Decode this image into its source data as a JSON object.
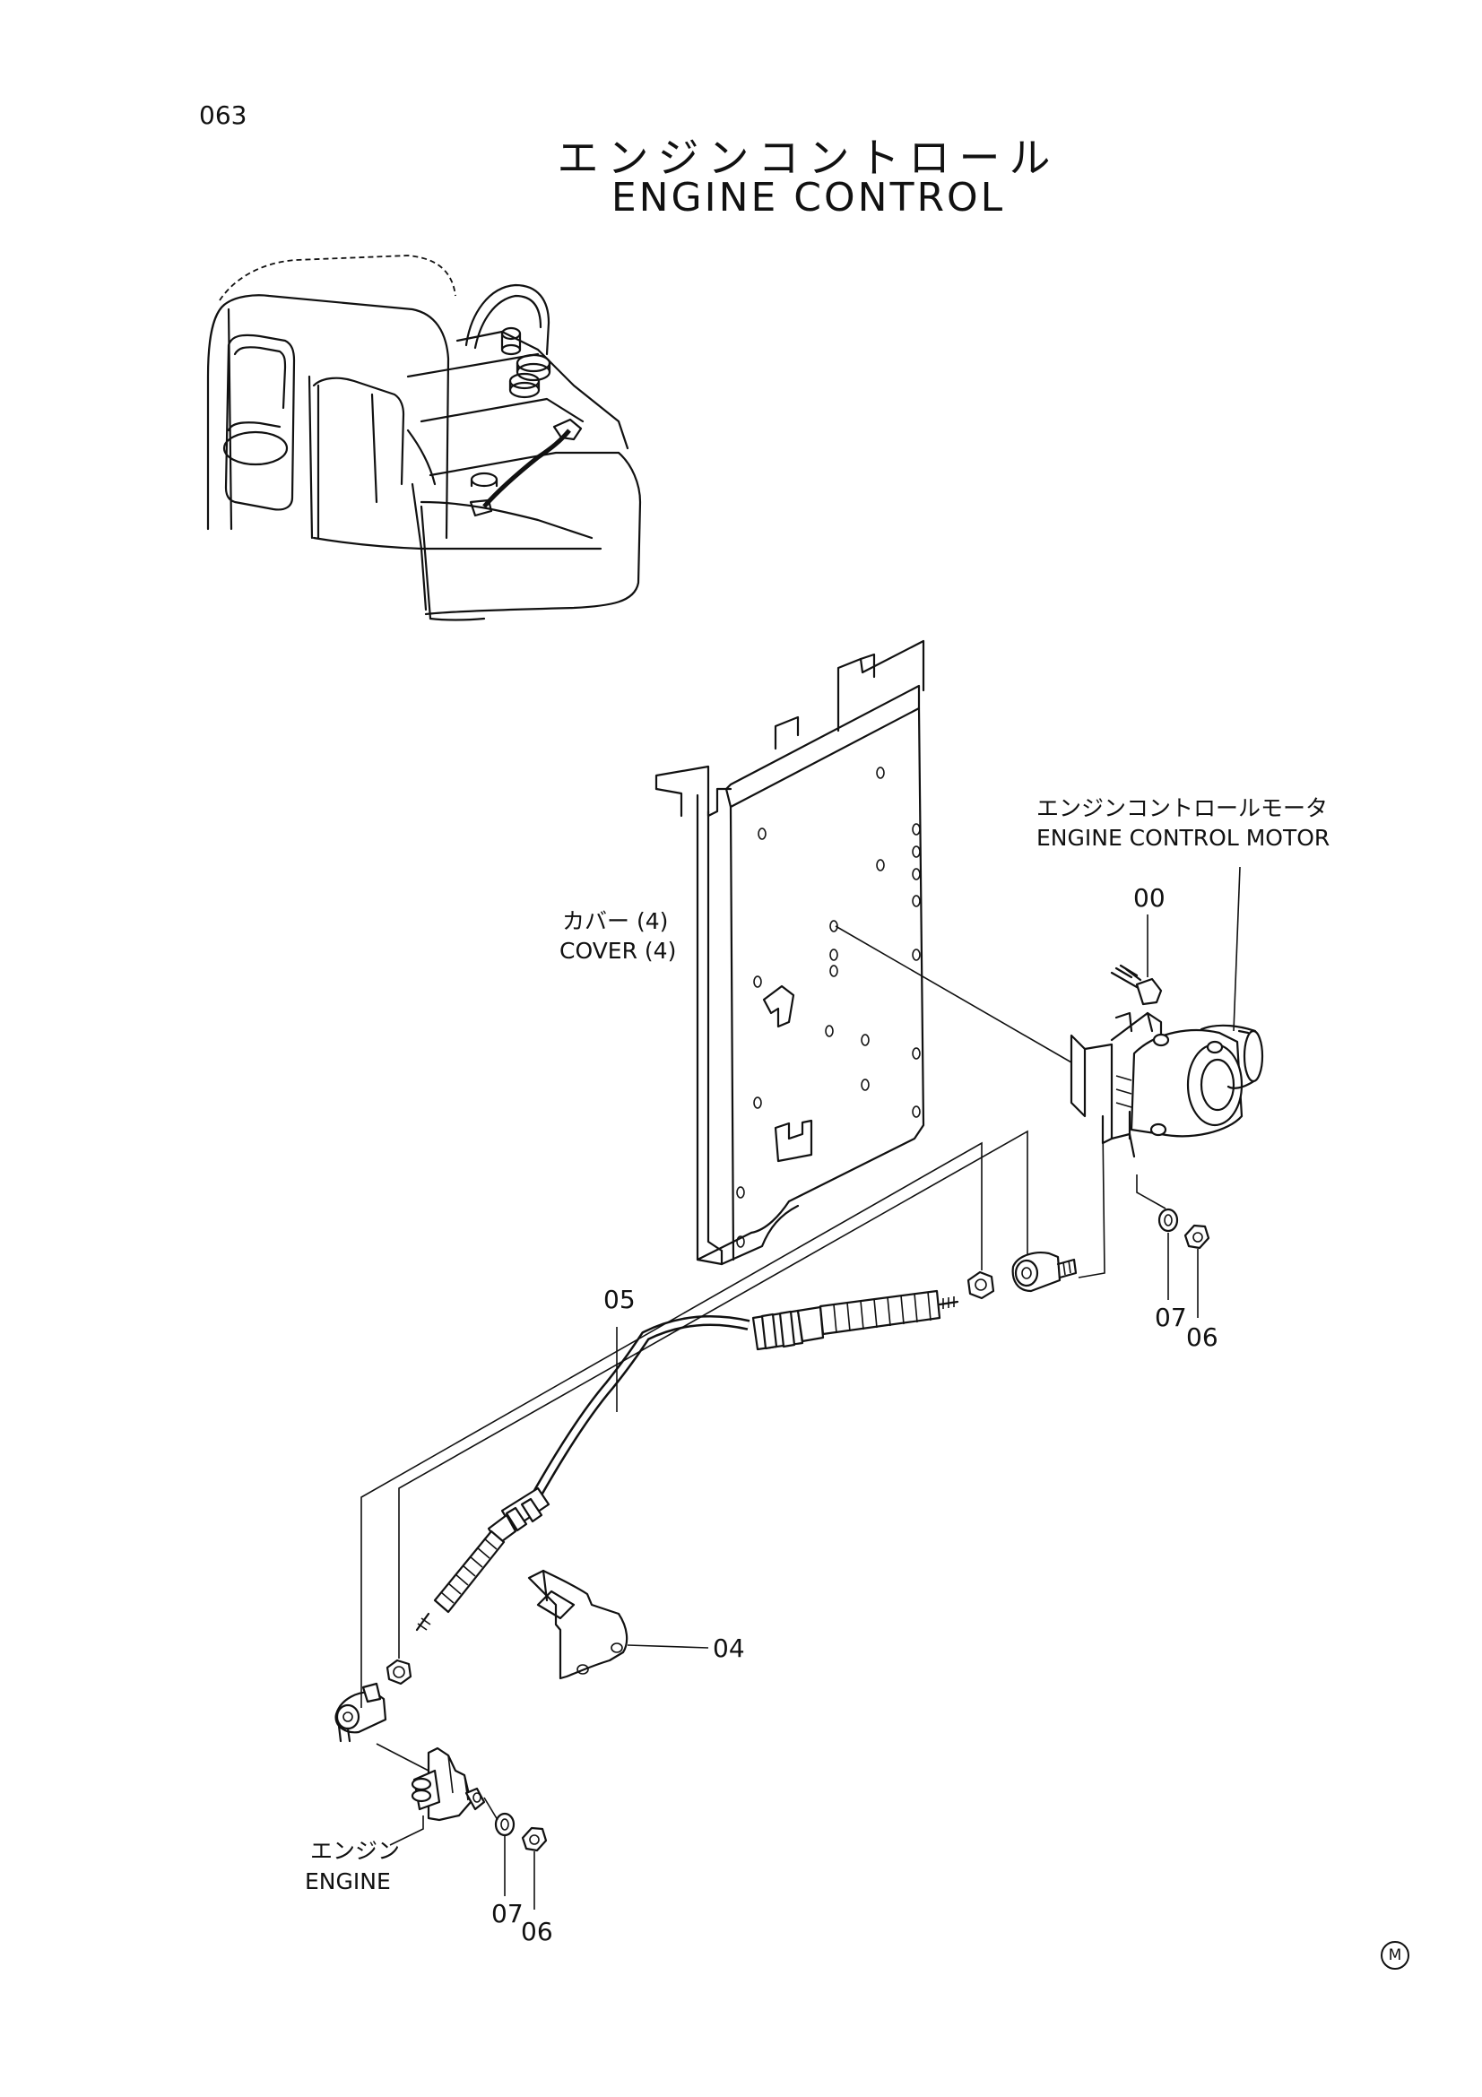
{
  "page_number": "063",
  "title_jp": "エンジンコントロール",
  "title_en": "ENGINE CONTROL",
  "labels": {
    "motor_jp": "エンジンコントロールモータ",
    "motor_en": "ENGINE CONTROL MOTOR",
    "cover_jp": "カバー (4)",
    "cover_en": "COVER (4)",
    "engine_jp": "エンジン",
    "engine_en": "ENGINE"
  },
  "part_numbers": {
    "p00": "00",
    "p05": "05",
    "p04": "04",
    "p07_top": "07",
    "p06_top": "06",
    "p07_bottom": "07",
    "p06_bottom": "06"
  },
  "corner_mark": "M"
}
